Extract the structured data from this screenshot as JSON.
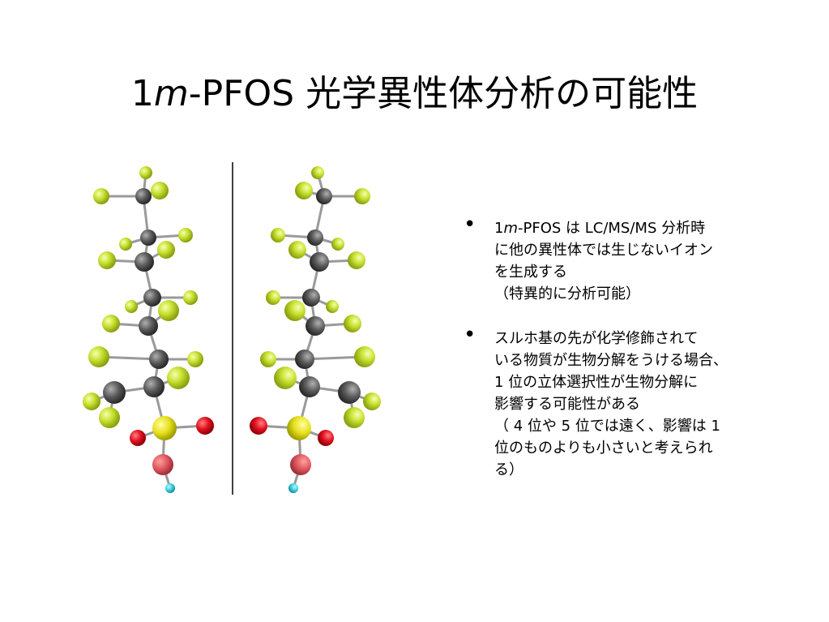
{
  "slide": {
    "title": {
      "prefix": "1",
      "italic": "m",
      "suffix": "-PFOS 光学異性体分析の可能性"
    },
    "bullets": [
      {
        "lines": [
          {
            "prefix": "1",
            "italic": "m",
            "suffix": "-PFOS は LC/MS/MS 分析時"
          },
          {
            "text": "に他の異性体では生じないイオン"
          },
          {
            "text": "を生成する"
          },
          {
            "text": "（特異的に分析可能）"
          }
        ]
      },
      {
        "lines": [
          {
            "text": "スルホ基の先が化学修飾されて"
          },
          {
            "text": "いる物質が生物分解をうける場合、"
          },
          {
            "text": "1 位の立体選択性が生物分解に"
          },
          {
            "text": "影響する可能性がある"
          },
          {
            "text": "（ 4 位や 5 位では遠く、影響は 1"
          },
          {
            "text": "位のものよりも小さいと考えられ"
          },
          {
            "text": "る）"
          }
        ]
      }
    ],
    "bullet_symbol": "•",
    "colors": {
      "fluorine": "#c8e030",
      "carbon": "#5a5a5a",
      "sulfur": "#e8e020",
      "oxygen": "#e01020",
      "oxygen_h": "#e05a60",
      "hydrogen": "#40d0e0"
    }
  }
}
